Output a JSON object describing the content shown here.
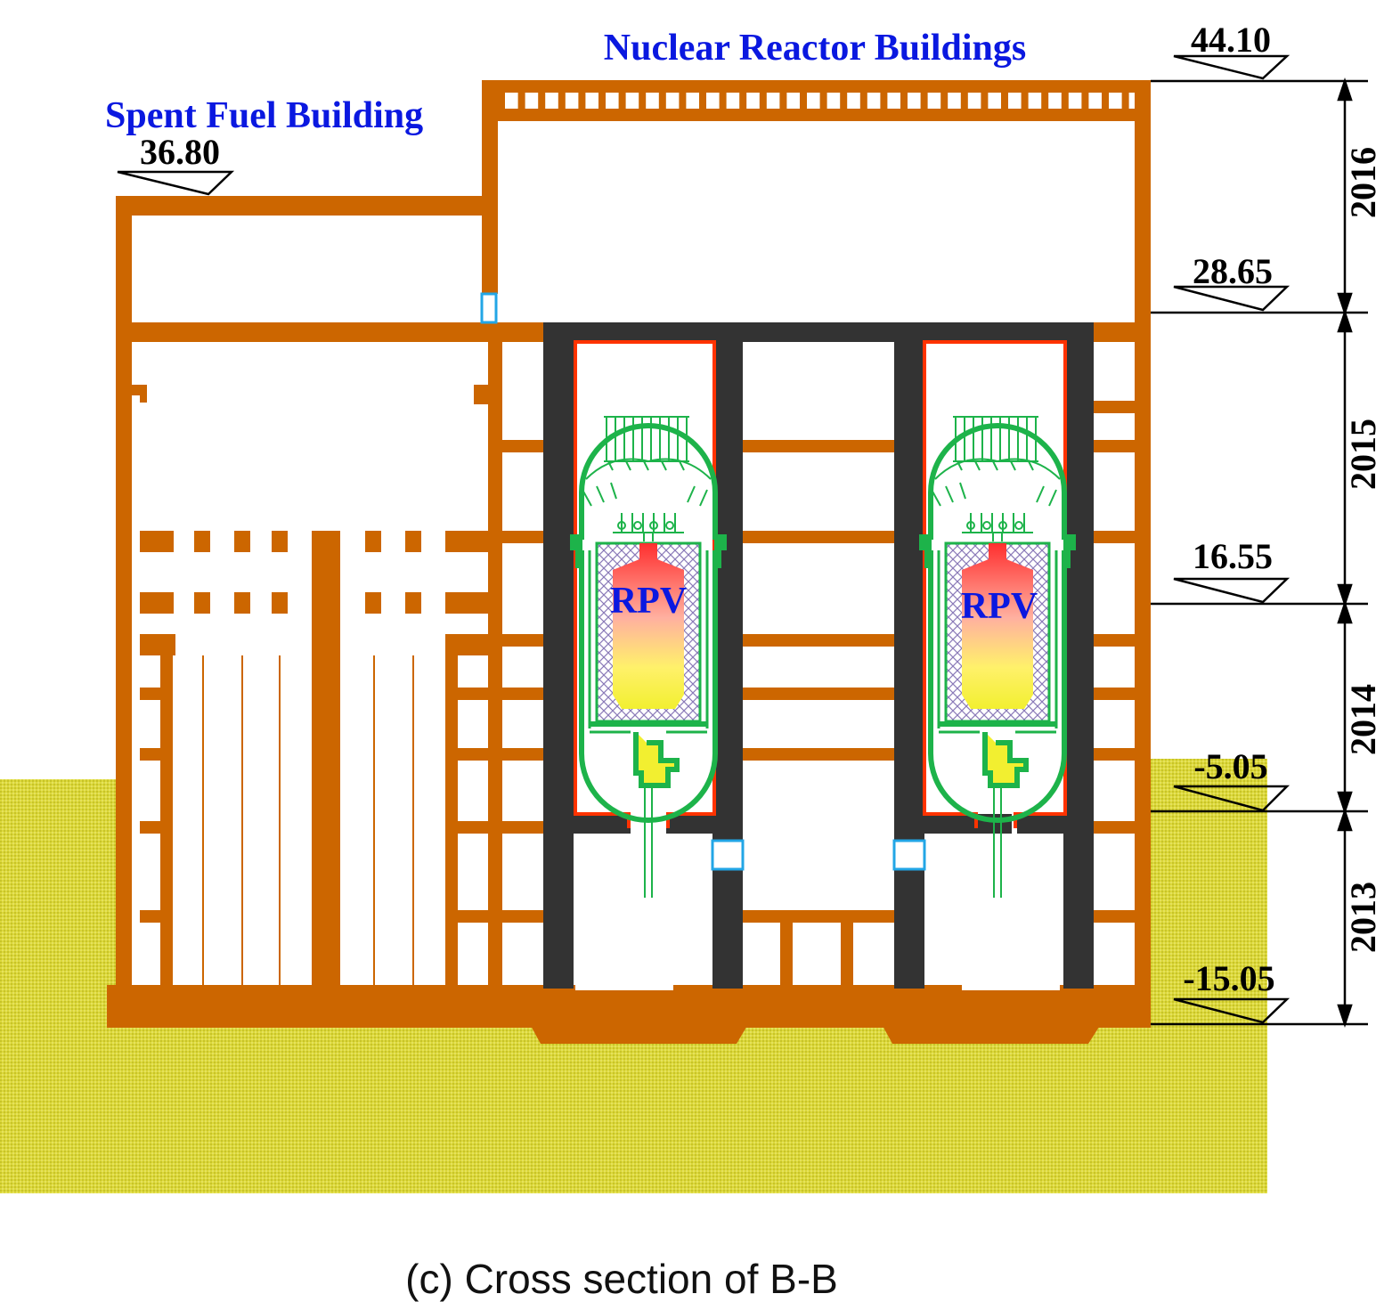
{
  "labels": {
    "nuclear_reactor_buildings": "Nuclear Reactor Buildings",
    "spent_fuel_building": "Spent Fuel Building",
    "rpv_left": "RPV",
    "rpv_right": "RPV"
  },
  "elevations": [
    "44.10",
    "36.80",
    "28.65",
    "16.55",
    "-5.05",
    "-15.05"
  ],
  "dimensions": [
    "2016",
    "2015",
    "2014",
    "2013"
  ],
  "caption": "(c) Cross section of B-B",
  "colors": {
    "structure": "#cc6600",
    "containment": "#333333",
    "liner": "#ff3300",
    "reactor": "#1db34a",
    "label_blue": "#0a18e0",
    "soil": "#dcd83a",
    "connector": "#22a6e6"
  }
}
